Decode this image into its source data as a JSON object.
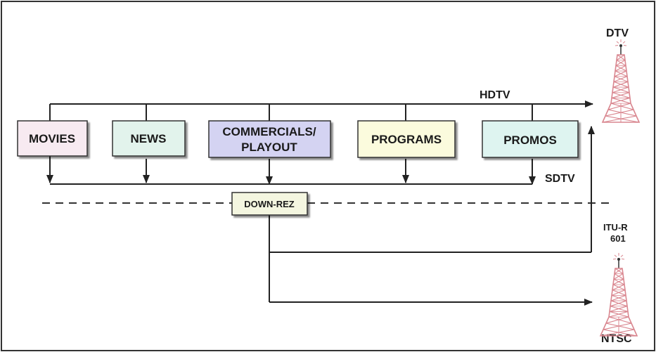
{
  "diagram": {
    "boxes": {
      "movies": {
        "label": "MOVIES",
        "fill": "#f7eaf1"
      },
      "news": {
        "label": "NEWS",
        "fill": "#e2f3ec"
      },
      "commercials": {
        "line1": "COMMERCIALS/",
        "line2": "PLAYOUT",
        "fill": "#d4d3f2"
      },
      "programs": {
        "label": "PROGRAMS",
        "fill": "#fbfbdd"
      },
      "promos": {
        "label": "PROMOS",
        "fill": "#def4f0"
      },
      "downrez": {
        "label": "DOWN-REZ",
        "fill": "#f4f6e0"
      }
    },
    "labels": {
      "hdtv": "HDTV",
      "sdtv": "SDTV",
      "dtv": "DTV",
      "itu_line1": "ITU-R",
      "itu_line2": "601",
      "ntsc": "NTSC"
    },
    "towers": [
      {
        "name": "dtv-tower-icon",
        "color": "#d9868f"
      },
      {
        "name": "ntsc-tower-icon",
        "color": "#d9868f"
      }
    ]
  }
}
